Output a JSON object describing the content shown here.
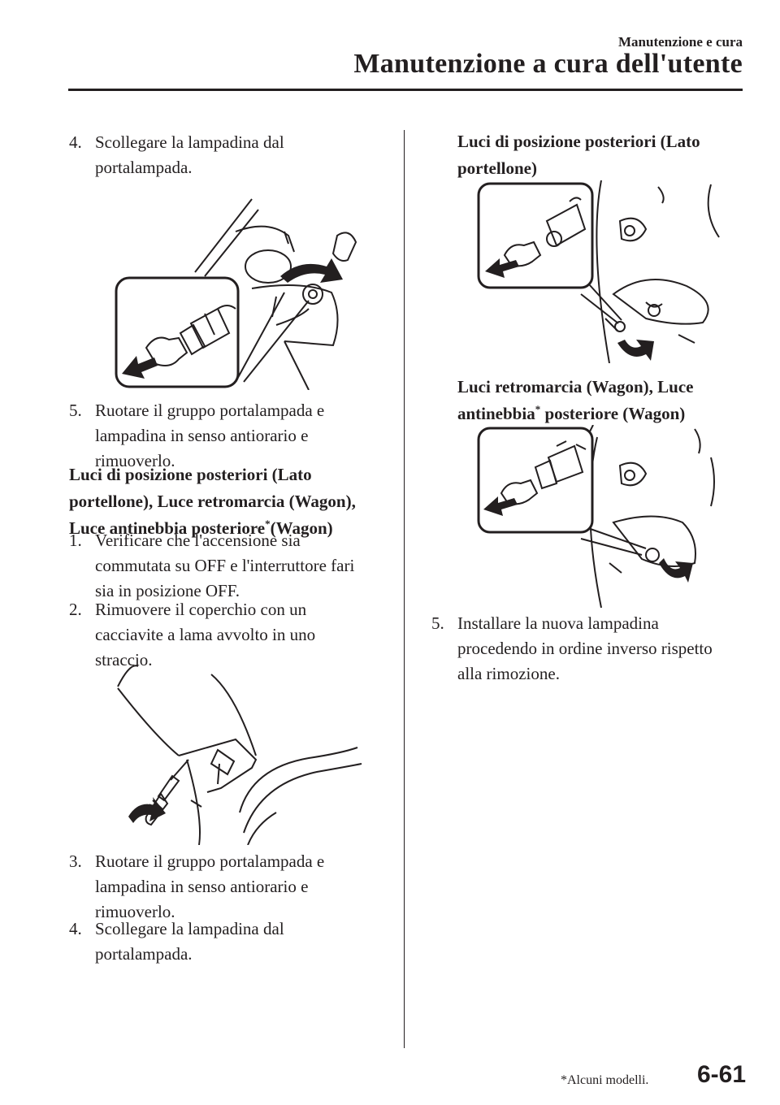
{
  "header": {
    "section": "Manutenzione e cura",
    "title": "Manutenzione a cura dell'utente"
  },
  "left": {
    "step4_num": "4.",
    "step4_text_l1": "Scollegare la lampadina dal",
    "step4_text_l2": "portalampada.",
    "step5_num": "5.",
    "step5_text_l1": "Ruotare il gruppo portalampada e",
    "step5_text_l2": "lampadina in senso antiorario e",
    "step5_text_l3": "rimuoverlo.",
    "heading_l1": "Luci di posizione posteriori (Lato",
    "heading_l2": "portellone), Luce retromarcia (Wagon),",
    "heading_l3a": "Luce antinebbia posteriore",
    "heading_l3_star": "*",
    "heading_l3b": "(Wagon)",
    "s1_num": "1.",
    "s1_l1": "Verificare che l'accensione sia",
    "s1_l2": "commutata su OFF e l'interruttore fari",
    "s1_l3": "sia in posizione OFF.",
    "s2_num": "2.",
    "s2_l1": "Rimuovere il coperchio con un",
    "s2_l2": "cacciavite a lama avvolto in uno",
    "s2_l3": "straccio.",
    "s3_num": "3.",
    "s3_l1": "Ruotare il gruppo portalampada e",
    "s3_l2": "lampadina in senso antiorario e",
    "s3_l3": "rimuoverlo.",
    "s4_num": "4.",
    "s4_l1": "Scollegare la lampadina dal",
    "s4_l2": "portalampada."
  },
  "right": {
    "heading1_l1": "Luci di posizione posteriori (Lato",
    "heading1_l2": "portellone)",
    "heading2_l1": "Luci retromarcia (Wagon), Luce",
    "heading2_l2a": "antinebbia",
    "heading2_l2_star": "*",
    "heading2_l2b": " posteriore (Wagon)",
    "s5_num": "5.",
    "s5_l1": "Installare la nuova lampadina",
    "s5_l2": "procedendo in ordine inverso rispetto",
    "s5_l3": "alla rimozione."
  },
  "footer": {
    "note": "*Alcuni modelli.",
    "page": "6-61"
  }
}
